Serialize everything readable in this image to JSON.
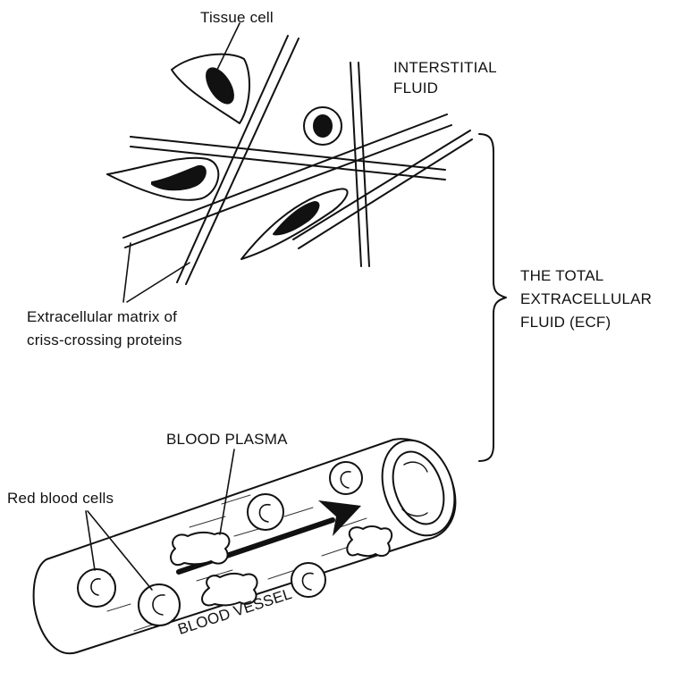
{
  "labels": {
    "tissue_cell": "Tissue cell",
    "interstitial_fluid": [
      "INTERSTITIAL",
      "FLUID"
    ],
    "ecf": [
      "THE TOTAL",
      "EXTRACELLULAR",
      "FLUID (ECF)"
    ],
    "matrix": [
      "Extracellular matrix of",
      "criss-crossing proteins"
    ],
    "blood_plasma": "BLOOD PLASMA",
    "red_blood_cells": "Red blood cells",
    "blood_vessel": "BLOOD VESSEL"
  },
  "colors": {
    "ink": "#111111",
    "background": "#ffffff"
  }
}
